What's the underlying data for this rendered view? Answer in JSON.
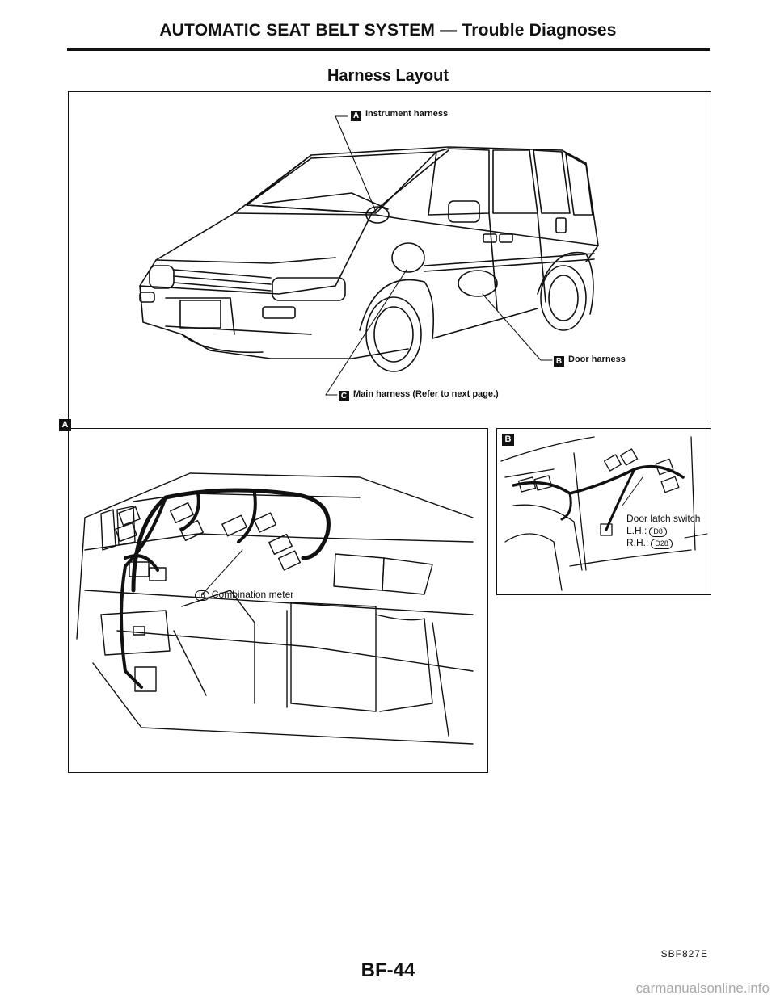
{
  "header": {
    "title": "AUTOMATIC SEAT BELT SYSTEM — Trouble Diagnoses"
  },
  "section": {
    "title": "Harness Layout"
  },
  "overview": {
    "labels": {
      "instrument": {
        "key": "A",
        "text": "Instrument harness"
      },
      "door": {
        "key": "B",
        "text": "Door harness"
      },
      "main": {
        "key": "C",
        "text": "Main harness (Refer to next page.)"
      }
    }
  },
  "detail_a": {
    "key": "A",
    "connector": {
      "code": "I6",
      "text": "Combination meter"
    }
  },
  "detail_b": {
    "key": "B",
    "switch_title": "Door latch switch",
    "lh": {
      "label": "L.H.:",
      "code": "D8"
    },
    "rh": {
      "label": "R.H.:",
      "code": "D28"
    }
  },
  "footer": {
    "figure_code": "SBF827E",
    "page_number": "BF-44",
    "watermark": "carmanualsonline.info"
  }
}
